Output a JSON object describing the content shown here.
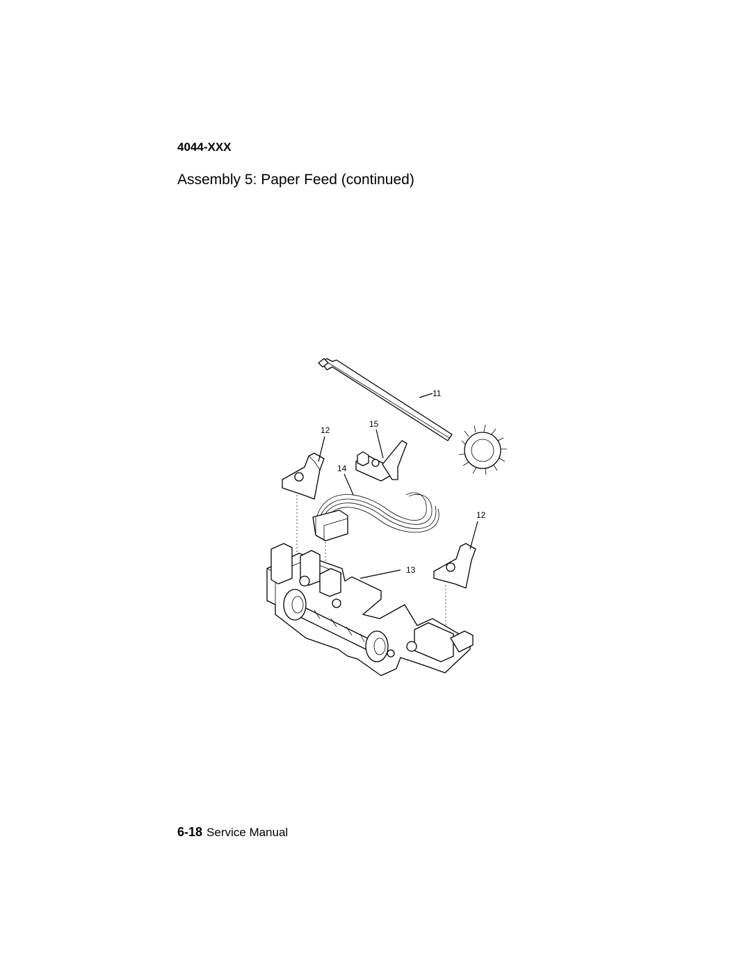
{
  "header": {
    "model": "4044-XXX"
  },
  "page": {
    "title": "Assembly 5: Paper Feed (continued)"
  },
  "figure": {
    "callouts": [
      "11",
      "12",
      "15",
      "14",
      "12",
      "13"
    ]
  },
  "footer": {
    "page_number": "6-18",
    "doc_title": "Service Manual"
  }
}
